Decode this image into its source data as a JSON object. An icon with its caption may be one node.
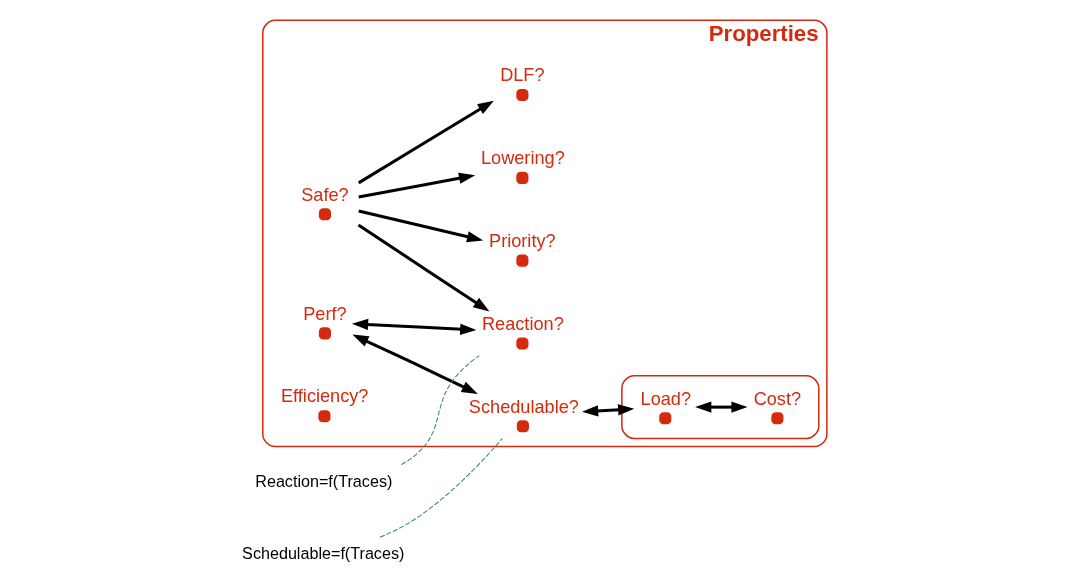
{
  "diagram": {
    "nodes": [
      {
        "text": [
          "Properties"
        ]
      },
      {
        "text": [
          "Priority?"
        ],
        "in": 0
      },
      {
        "text": [
          "Safe?"
        ],
        "in": 0
      },
      {
        "text": [
          "Lowering?"
        ],
        "in": 0
      },
      {
        "text": [
          "DLF?"
        ],
        "in": 0
      },
      {
        "text": [
          "Perf?"
        ],
        "in": 0
      },
      {
        "text": [
          "Reaction?"
        ],
        "in": 0
      },
      {
        "text": [
          "Efficiency?"
        ],
        "in": 0
      },
      {
        "text": [
          "Schedulable?"
        ],
        "in": 0
      },
      {
        "text": [],
        "shape": "ellipse",
        "in": 0
      },
      {
        "text": [
          "Load?"
        ],
        "in": 9
      },
      {
        "text": [
          "Cost?"
        ],
        "in": 9
      },
      {
        "text": [
          "Schedulable=f(Traces)"
        ]
      },
      {
        "text": [
          "Reaction=f(Traces)"
        ]
      }
    ],
    "edges": [
      {
        "from": 2,
        "to": 1,
        "arrow": "to"
      },
      {
        "from": 2,
        "to": 3,
        "arrow": "to"
      },
      {
        "from": 2,
        "to": 4,
        "arrow": "to"
      },
      {
        "from": 2,
        "to": 6,
        "arrow": "to"
      },
      {
        "from": 5,
        "to": 6,
        "arrow": "both"
      },
      {
        "from": 5,
        "to": 8,
        "arrow": "both"
      },
      {
        "from": 8,
        "to": 10,
        "arrow": "both"
      },
      {
        "from": 10,
        "to": 11,
        "arrow": "both"
      },
      {
        "from": 12,
        "to": 8,
        "arrow": "none",
        "style": "dashed",
        "color": "#2e8b57"
      },
      {
        "from": 13,
        "to": 6,
        "arrow": "none",
        "style": "dashed",
        "color": "#2e8b57"
      }
    ]
  }
}
